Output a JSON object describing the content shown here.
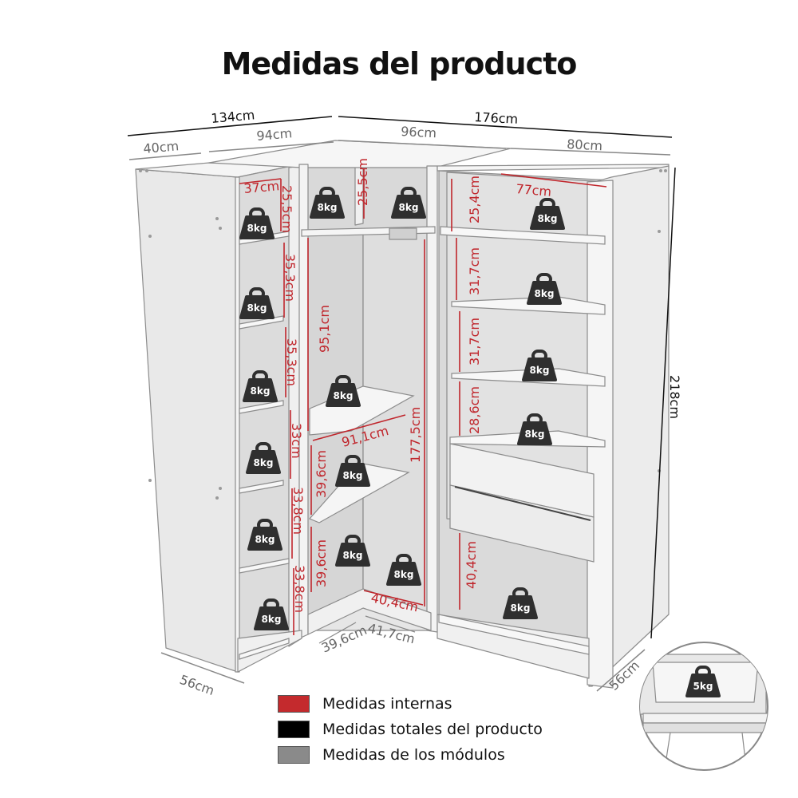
{
  "title": "Medidas del producto",
  "dimensions": {
    "total_left_width": "134cm",
    "total_right_width": "176cm",
    "total_height": "218cm",
    "depth_left": "56cm",
    "depth_right": "56cm",
    "module_left_end": "40cm",
    "module_left_main": "94cm",
    "module_corner": "96cm",
    "module_right": "80cm",
    "left_shelf_width": "37cm",
    "left_top_height": "25,5cm",
    "left_h1": "35,3cm",
    "left_h2": "35,3cm",
    "left_h3": "33cm",
    "left_h4": "33,8cm",
    "left_h5": "33,8cm",
    "corner_top_height": "25,5cm",
    "corner_hang_height": "95,1cm",
    "corner_total_height": "177,5cm",
    "corner_shelf_width": "91,1cm",
    "corner_h1": "39,6cm",
    "corner_h2": "39,6cm",
    "corner_base_width": "40,4cm",
    "corner_base_depth": "39,6cm",
    "corner_base_width2": "41,7cm",
    "right_shelf_width": "77cm",
    "right_h1": "25,4cm",
    "right_h2": "31,7cm",
    "right_h3": "31,7cm",
    "right_h4": "28,6cm",
    "right_h5": "40,4cm"
  },
  "weights": {
    "shelf": "8kg",
    "drawer": "5kg"
  },
  "legend": [
    {
      "label": "Medidas internas",
      "color": "#c42a2d"
    },
    {
      "label": "Medidas totales del producto",
      "color": "#000000"
    },
    {
      "label": "Medidas de los módulos",
      "color": "#8a8a8a"
    }
  ]
}
